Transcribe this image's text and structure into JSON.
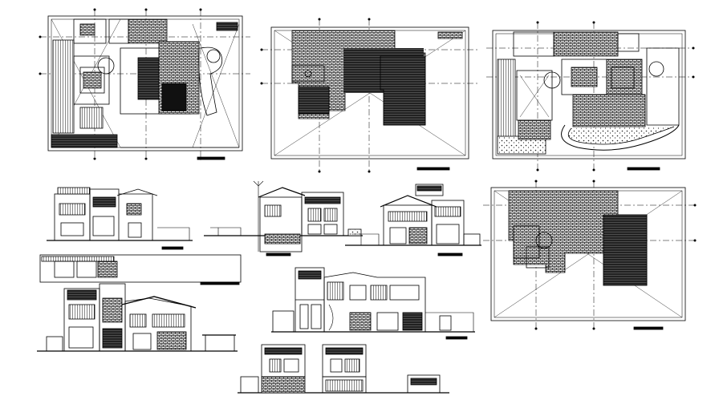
{
  "drawing": {
    "background": "#ffffff",
    "line_color": "#000000",
    "hatch_color": "#1a1a1a",
    "panels": [
      {
        "id": "ground-floor-plan",
        "kind": "plan"
      },
      {
        "id": "roof-plan-upper",
        "kind": "roof"
      },
      {
        "id": "site-plan",
        "kind": "plan"
      },
      {
        "id": "roof-plan-lower",
        "kind": "roof"
      },
      {
        "id": "front-elevation",
        "kind": "elevation"
      },
      {
        "id": "side-section",
        "kind": "section"
      },
      {
        "id": "rear-elevation",
        "kind": "elevation"
      },
      {
        "id": "boundary-wall-elevation",
        "kind": "elevation"
      },
      {
        "id": "main-elevation",
        "kind": "elevation"
      },
      {
        "id": "longitudinal-section",
        "kind": "section"
      },
      {
        "id": "detail-section",
        "kind": "section"
      }
    ]
  }
}
